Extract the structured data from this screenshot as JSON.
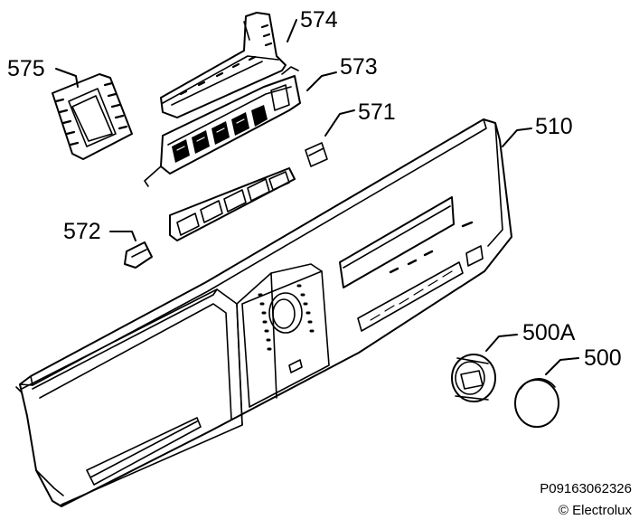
{
  "callouts": {
    "p574": "574",
    "p575": "575",
    "p573": "573",
    "p571": "571",
    "p510": "510",
    "p572": "572",
    "p500A": "500A",
    "p500": "500"
  },
  "footer": {
    "code": "P09163062326",
    "copyright": "© Electrolux"
  }
}
